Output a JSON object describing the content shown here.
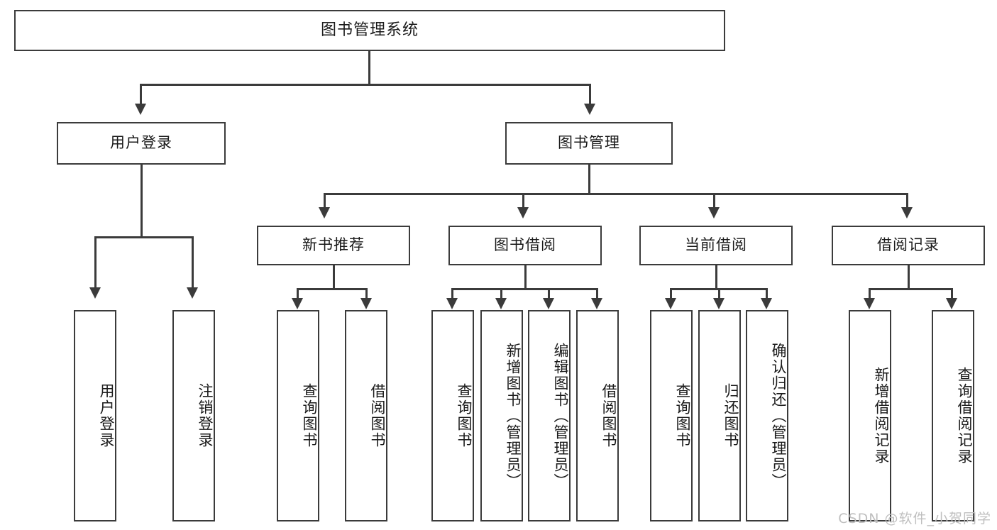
{
  "diagram": {
    "type": "tree",
    "title": "图书管理系统",
    "root": {
      "id": "root",
      "label": "图书管理系统"
    },
    "level2": [
      {
        "id": "user-login",
        "label": "用户登录"
      },
      {
        "id": "book-manage",
        "label": "图书管理"
      }
    ],
    "level3": [
      {
        "id": "new-book-rec",
        "label": "新书推荐",
        "parent": "book-manage"
      },
      {
        "id": "book-borrow",
        "label": "图书借阅",
        "parent": "book-manage"
      },
      {
        "id": "current-borrow",
        "label": "当前借阅",
        "parent": "book-manage"
      },
      {
        "id": "borrow-record",
        "label": "借阅记录",
        "parent": "book-manage"
      }
    ],
    "leaves": [
      {
        "id": "leaf-user-login",
        "label": "用户登录",
        "parent": "user-login"
      },
      {
        "id": "leaf-logout",
        "label": "注销登录",
        "parent": "user-login"
      },
      {
        "id": "leaf-query-book-1",
        "label": "查询图书",
        "parent": "new-book-rec"
      },
      {
        "id": "leaf-borrow-book-1",
        "label": "借阅图书",
        "parent": "new-book-rec"
      },
      {
        "id": "leaf-query-book-2",
        "label": "查询图书",
        "parent": "book-borrow"
      },
      {
        "id": "leaf-add-book",
        "label": "新增图书（管理员）",
        "parent": "book-borrow"
      },
      {
        "id": "leaf-edit-book",
        "label": "编辑图书（管理员）",
        "parent": "book-borrow"
      },
      {
        "id": "leaf-borrow-book-2",
        "label": "借阅图书",
        "parent": "book-borrow"
      },
      {
        "id": "leaf-query-book-3",
        "label": "查询图书",
        "parent": "current-borrow"
      },
      {
        "id": "leaf-return-book",
        "label": "归还图书",
        "parent": "current-borrow"
      },
      {
        "id": "leaf-confirm-return",
        "label": "确认归还（管理员）",
        "parent": "current-borrow"
      },
      {
        "id": "leaf-add-record",
        "label": "新增借阅记录",
        "parent": "borrow-record"
      },
      {
        "id": "leaf-query-record",
        "label": "查询借阅记录",
        "parent": "borrow-record"
      }
    ],
    "colors": {
      "stroke": "#3b3b3b",
      "fill": "#ffffff",
      "text": "#1a1a1a",
      "watermark": "#bfbfbf"
    }
  },
  "watermark": {
    "text": "CSDN @软件_小贺同学"
  }
}
